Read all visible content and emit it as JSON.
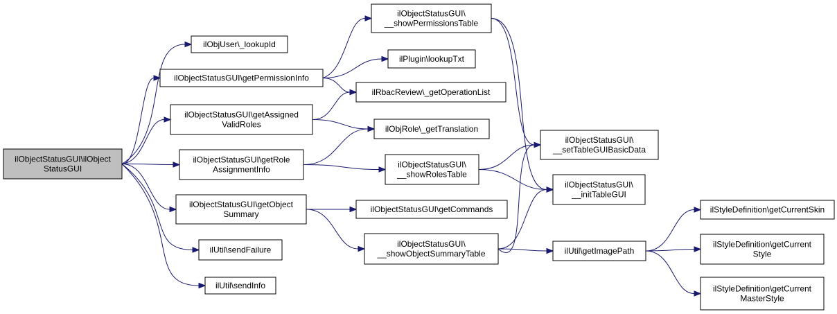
{
  "graph": {
    "nodes": [
      {
        "id": "root",
        "lines": [
          "ilObjectStatusGUI\\ilObject",
          "StatusGUI"
        ],
        "root": true
      },
      {
        "id": "lookupId",
        "lines": [
          "ilObjUser\\_lookupId"
        ]
      },
      {
        "id": "getPermissionInfo",
        "lines": [
          "ilObjectStatusGUI\\getPermissionInfo"
        ]
      },
      {
        "id": "getAssignedValidRoles",
        "lines": [
          "ilObjectStatusGUI\\getAssigned",
          "ValidRoles"
        ]
      },
      {
        "id": "getRoleAssignmentInfo",
        "lines": [
          "ilObjectStatusGUI\\getRole",
          "AssignmentInfo"
        ]
      },
      {
        "id": "getObjectSummary",
        "lines": [
          "ilObjectStatusGUI\\getObject",
          "Summary"
        ]
      },
      {
        "id": "sendFailure",
        "lines": [
          "ilUtil\\sendFailure"
        ]
      },
      {
        "id": "sendInfo",
        "lines": [
          "ilUtil\\sendInfo"
        ]
      },
      {
        "id": "showPermissionsTable",
        "lines": [
          "ilObjectStatusGUI\\",
          "__showPermissionsTable"
        ]
      },
      {
        "id": "lookupTxt",
        "lines": [
          "ilPlugin\\lookupTxt"
        ]
      },
      {
        "id": "getOperationList",
        "lines": [
          "ilRbacReview\\_getOperationList"
        ]
      },
      {
        "id": "getTranslation",
        "lines": [
          "ilObjRole\\_getTranslation"
        ]
      },
      {
        "id": "showRolesTable",
        "lines": [
          "ilObjectStatusGUI\\",
          "__showRolesTable"
        ]
      },
      {
        "id": "getCommands",
        "lines": [
          "ilObjectStatusGUI\\getCommands"
        ]
      },
      {
        "id": "showObjectSummaryTable",
        "lines": [
          "ilObjectStatusGUI\\",
          "__showObjectSummaryTable"
        ]
      },
      {
        "id": "setTableGUIBasicData",
        "lines": [
          "ilObjectStatusGUI\\",
          "__setTableGUIBasicData"
        ]
      },
      {
        "id": "initTableGUI",
        "lines": [
          "ilObjectStatusGUI\\",
          "__initTableGUI"
        ]
      },
      {
        "id": "getImagePath",
        "lines": [
          "ilUtil\\getImagePath"
        ]
      },
      {
        "id": "getCurrentSkin",
        "lines": [
          "ilStyleDefinition\\getCurrentSkin"
        ]
      },
      {
        "id": "getCurrentStyle",
        "lines": [
          "ilStyleDefinition\\getCurrent",
          "Style"
        ]
      },
      {
        "id": "getCurrentMasterStyle",
        "lines": [
          "ilStyleDefinition\\getCurrent",
          "MasterStyle"
        ]
      }
    ],
    "edges": [
      {
        "from": "root",
        "to": "lookupId"
      },
      {
        "from": "root",
        "to": "getPermissionInfo"
      },
      {
        "from": "root",
        "to": "getAssignedValidRoles"
      },
      {
        "from": "root",
        "to": "getRoleAssignmentInfo"
      },
      {
        "from": "root",
        "to": "getObjectSummary"
      },
      {
        "from": "root",
        "to": "sendFailure"
      },
      {
        "from": "root",
        "to": "sendInfo"
      },
      {
        "from": "getPermissionInfo",
        "to": "showPermissionsTable"
      },
      {
        "from": "getPermissionInfo",
        "to": "lookupTxt"
      },
      {
        "from": "getPermissionInfo",
        "to": "getOperationList"
      },
      {
        "from": "getAssignedValidRoles",
        "to": "getOperationList"
      },
      {
        "from": "getAssignedValidRoles",
        "to": "getTranslation"
      },
      {
        "from": "getRoleAssignmentInfo",
        "to": "getTranslation"
      },
      {
        "from": "getRoleAssignmentInfo",
        "to": "showRolesTable"
      },
      {
        "from": "getObjectSummary",
        "to": "getCommands"
      },
      {
        "from": "getObjectSummary",
        "to": "showObjectSummaryTable"
      },
      {
        "from": "showPermissionsTable",
        "to": "setTableGUIBasicData"
      },
      {
        "from": "showPermissionsTable",
        "to": "initTableGUI"
      },
      {
        "from": "showRolesTable",
        "to": "setTableGUIBasicData"
      },
      {
        "from": "showRolesTable",
        "to": "initTableGUI"
      },
      {
        "from": "showObjectSummaryTable",
        "to": "setTableGUIBasicData"
      },
      {
        "from": "showObjectSummaryTable",
        "to": "initTableGUI"
      },
      {
        "from": "showObjectSummaryTable",
        "to": "getImagePath"
      },
      {
        "from": "getImagePath",
        "to": "getCurrentSkin"
      },
      {
        "from": "getImagePath",
        "to": "getCurrentStyle"
      },
      {
        "from": "getImagePath",
        "to": "getCurrentMasterStyle"
      }
    ]
  }
}
